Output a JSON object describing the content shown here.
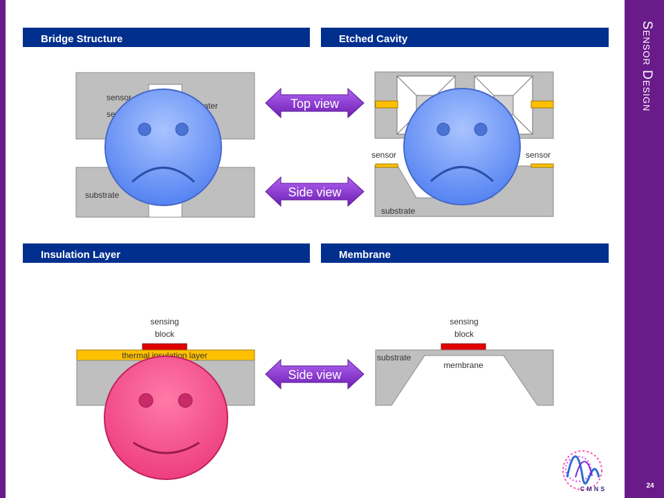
{
  "slide": {
    "title": "Sensor Design",
    "page_number": "24",
    "logo_text": "CMNS"
  },
  "panels": {
    "bridge": {
      "header": "Bridge Structure",
      "labels": [
        "sensor",
        "sensor",
        "heater",
        "substrate"
      ]
    },
    "etched": {
      "header": "Etched Cavity",
      "labels": [
        "sensor",
        "sensor",
        "substrate"
      ]
    },
    "insulation": {
      "header": "Insulation Layer",
      "labels": [
        "sensing",
        "block",
        "thermal insulation layer"
      ]
    },
    "membrane": {
      "header": "Membrane",
      "labels": [
        "sensing",
        "block",
        "substrate",
        "membrane"
      ]
    }
  },
  "arrows": {
    "top_view": "Top view",
    "side_view_1": "Side view",
    "side_view_2": "Side view"
  },
  "colors": {
    "purple": "#6a1b8a",
    "header_blue": "#002f8e",
    "substrate_gray": "#bfbfbf",
    "insulation_yellow": "#ffc000",
    "sensing_red": "#e00000",
    "sad_face_blue": "#6f98f5",
    "happy_face_pink": "#f03f7f",
    "arrow_purple": "#8a2bd0"
  },
  "icons": [
    "sad-face-icon",
    "happy-face-icon",
    "double-arrow-icon",
    "cmns-logo-icon"
  ]
}
